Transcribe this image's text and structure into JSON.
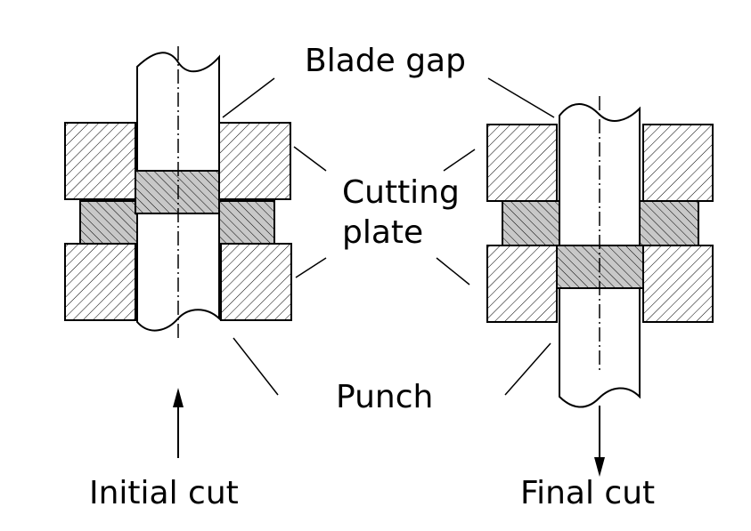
{
  "labels": {
    "blade_gap": "Blade gap",
    "cutting_plate_line1": "Cutting",
    "cutting_plate_line2": "plate",
    "punch": "Punch",
    "initial_cut": "Initial cut",
    "final_cut": "Final cut"
  },
  "colors": {
    "line": "#000000",
    "background": "#ffffff",
    "hatch_light": "#ffffff",
    "hatch_dark": "#c8c8c8"
  }
}
